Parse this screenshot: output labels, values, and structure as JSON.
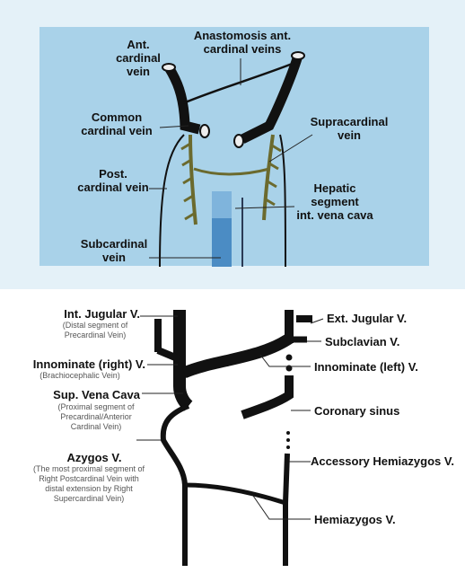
{
  "top_labels": {
    "ant_cardinal": "Ant.\ncardinal\nvein",
    "anastomosis": "Anastomosis ant.\ncardinal veins",
    "common_cardinal": "Common\ncardinal vein",
    "supracardinal": "Supracardinal\nvein",
    "post_cardinal": "Post.\ncardinal vein",
    "hepatic_segment": "Hepatic\nsegment\nint. vena cava",
    "subcardinal": "Subcardinal\nvein"
  },
  "bottom_labels": {
    "int_jugular": "Int. Jugular V.",
    "int_jugular_sub": "(Distal segment of\nPrecardinal Vein)",
    "innominate_right": "Innominate (right) V.",
    "innominate_right_sub": "(Brachiocephalic Vein)",
    "svc": "Sup. Vena Cava",
    "svc_sub": "(Proximal segment of\nPrecardinal/Anterior\nCardinal Vein)",
    "azygos": "Azygos V.",
    "azygos_sub": "(The most proximal segment of\nRight Postcardinal Vein with\ndistal extension by Right\nSupercardinal Vein)",
    "ext_jugular": "Ext. Jugular V.",
    "subclavian": "Subclavian V.",
    "innominate_left": "Innominate (left) V.",
    "coronary_sinus": "Coronary sinus",
    "accessory_hemiazygos": "Accessory Hemiazygos V.",
    "hemiazygos": "Hemiazygos V."
  },
  "colors": {
    "background_outer": "#e4f1f8",
    "background_inner": "#a9d2e9",
    "vein": "#111111",
    "cardinal_branch": "#6b6a2e",
    "ivc_fill": "#4b8cc4"
  }
}
